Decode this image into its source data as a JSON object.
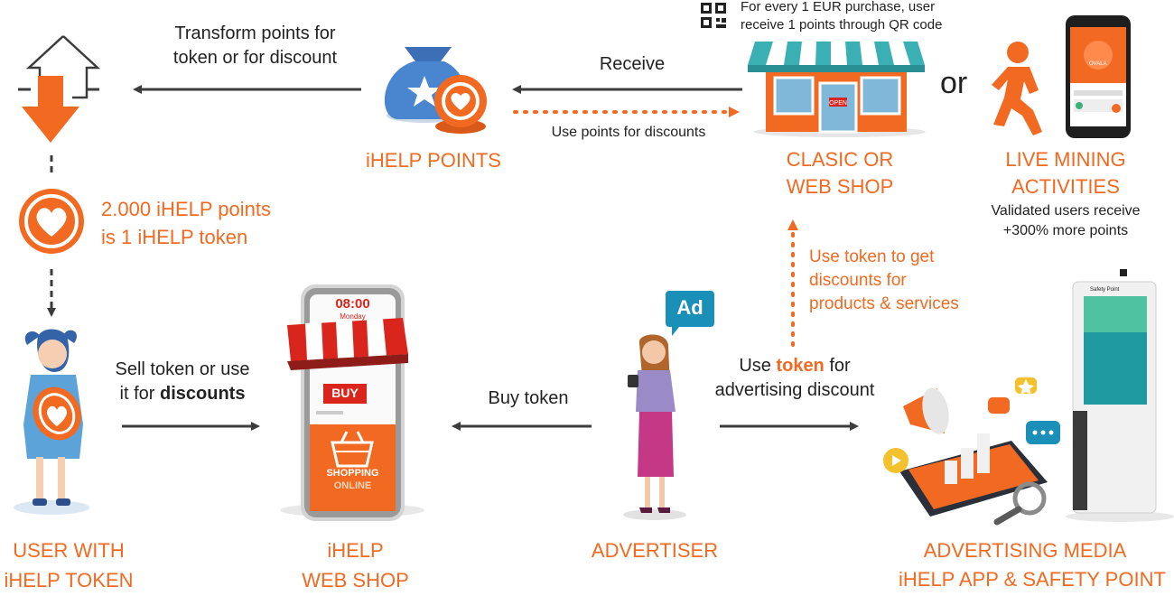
{
  "colors": {
    "accent": "#f26a21",
    "text": "#222222",
    "arrow": "#3c3c3c",
    "shop_blue": "#7fb8d8"
  },
  "labels": {
    "transform": [
      "Transform points for",
      "token or for discount"
    ],
    "receive": "Receive",
    "use_points": "Use points for discounts",
    "qr_note": [
      "For every 1 EUR purchase, user",
      "receive 1 points through QR code"
    ],
    "or": "or",
    "ihelp_points": "iHELP POINTS",
    "clasic_shop": [
      "CLASIC OR",
      "WEB SHOP"
    ],
    "live_mining": [
      "LIVE MINING",
      "ACTIVITIES"
    ],
    "validated": [
      "Validated users receive",
      "+300% more points"
    ],
    "points_to_token": [
      "2.000 iHELP points",
      "is 1 iHELP token"
    ],
    "use_token_discounts": [
      "Use token to get",
      "discounts for",
      "products & services"
    ],
    "sell_token": {
      "line1": "Sell token or use",
      "line2_prefix": "it for ",
      "line2_bold": "discounts"
    },
    "buy_token": "Buy token",
    "use_token_adv": {
      "prefix": "Use ",
      "highlight": "token",
      "suffix": " for",
      "line2": "advertising discount"
    },
    "user_with_token": [
      "USER WITH",
      "iHELP TOKEN"
    ],
    "ihelp_web_shop": [
      "iHELP",
      "WEB SHOP"
    ],
    "advertiser": "ADVERTISER",
    "advertising_media": [
      "ADVERTISING MEDIA",
      "iHELP APP & SAFETY POINT"
    ]
  },
  "phone_screen": {
    "time": "08:00",
    "day": "Monday",
    "buy": "BUY",
    "shopping": "SHOPPING",
    "online": "ONLINE"
  },
  "icons": {
    "shop_door": "OPEN",
    "ad_bubble": "Ad",
    "kiosk_brand": "Safety Point",
    "mini_phone_text": "OVALA"
  }
}
